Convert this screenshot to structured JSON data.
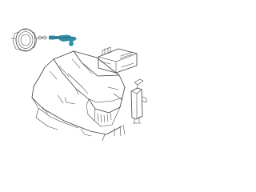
{
  "diagram": {
    "accent": "#2f8fa6",
    "line_color": "#3f3f3f",
    "parts": [
      {
        "name": "wheel-rim",
        "icon": "wheel-icon"
      },
      {
        "name": "tire-pressure-sensor",
        "icon": "sensor-icon"
      },
      {
        "name": "control-module",
        "icon": "module-icon"
      },
      {
        "name": "antenna-unit",
        "icon": "antenna-icon"
      },
      {
        "name": "car-front",
        "icon": "car-icon"
      }
    ]
  }
}
